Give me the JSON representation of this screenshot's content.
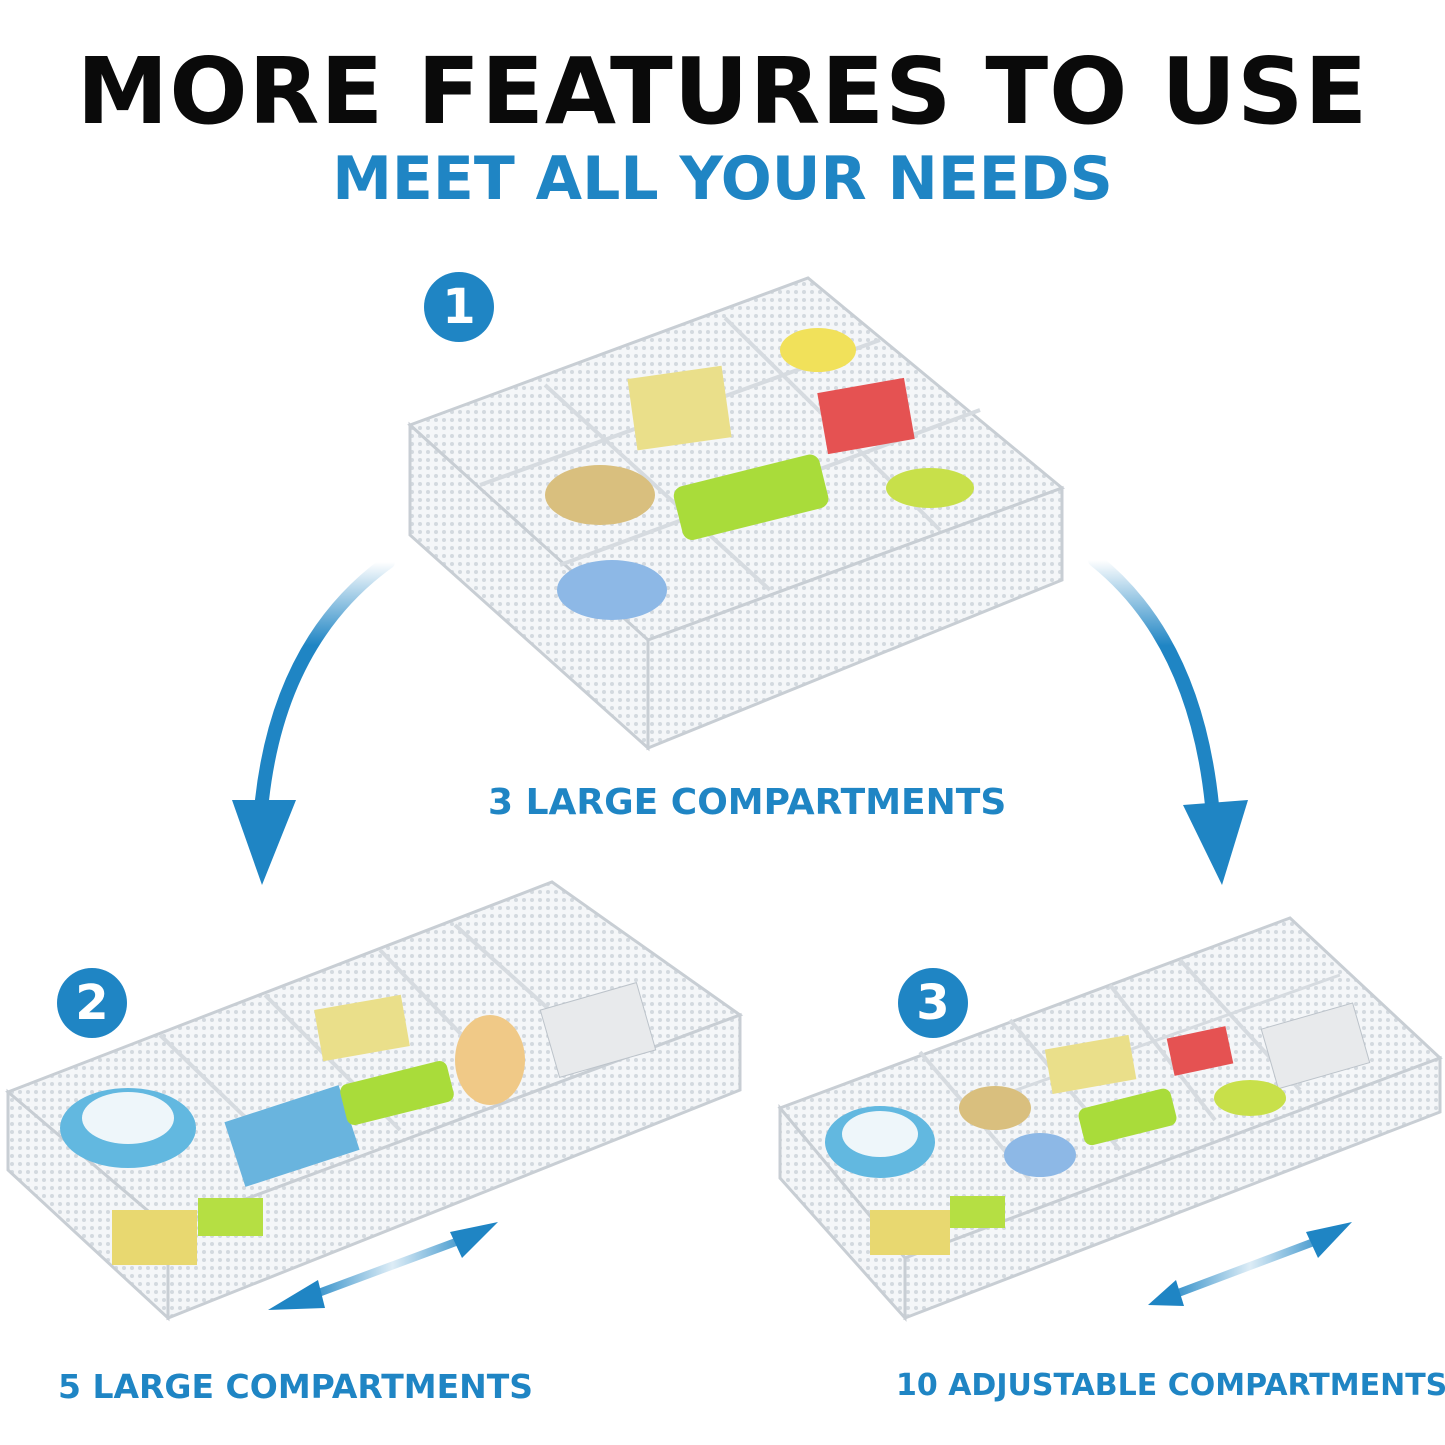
{
  "header": {
    "title": "MORE FEATURES TO USE",
    "subtitle": "MEET ALL YOUR NEEDS"
  },
  "configs": [
    {
      "number": "1",
      "caption": "3 LARGE COMPARTMENTS"
    },
    {
      "number": "2",
      "caption": "5 LARGE COMPARTMENTS"
    },
    {
      "number": "3",
      "caption": "10 ADJUSTABLE COMPARTMENTS"
    }
  ],
  "colors": {
    "accent": "#1f85c4",
    "title": "#0a0a0a"
  },
  "icons": [
    "curved-arrow-left-icon",
    "curved-arrow-right-icon",
    "double-arrow-icon"
  ]
}
